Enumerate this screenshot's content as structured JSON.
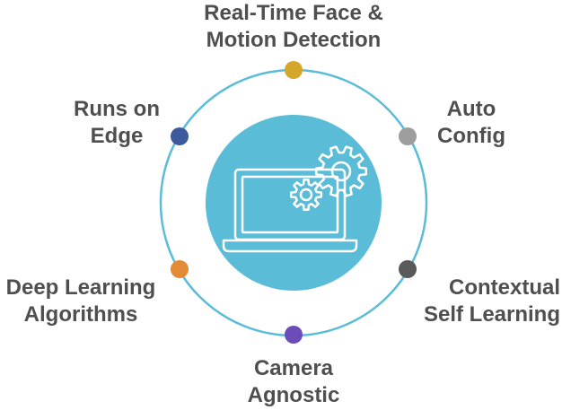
{
  "features": [
    {
      "line1": "Real-Time Face &",
      "line2": "Motion Detection",
      "color": "#D4A62A"
    },
    {
      "line1": "Auto",
      "line2": "Config",
      "color": "#9E9E9E"
    },
    {
      "line1": "Contextual",
      "line2": "Self Learning",
      "color": "#5A5A5A"
    },
    {
      "line1": "Camera",
      "line2": "Agnostic",
      "color": "#6B4CB8"
    },
    {
      "line1": "Deep Learning",
      "line2": "Algorithms",
      "color": "#E38A35"
    },
    {
      "line1": "Runs on",
      "line2": "Edge",
      "color": "#3D5A9E"
    }
  ],
  "colors": {
    "ring": "#5BBCD8",
    "center_fill": "#5BBCD8",
    "icon_stroke": "#FFFFFF",
    "text": "#4F4F4F"
  },
  "icon": "laptop-gears-icon"
}
